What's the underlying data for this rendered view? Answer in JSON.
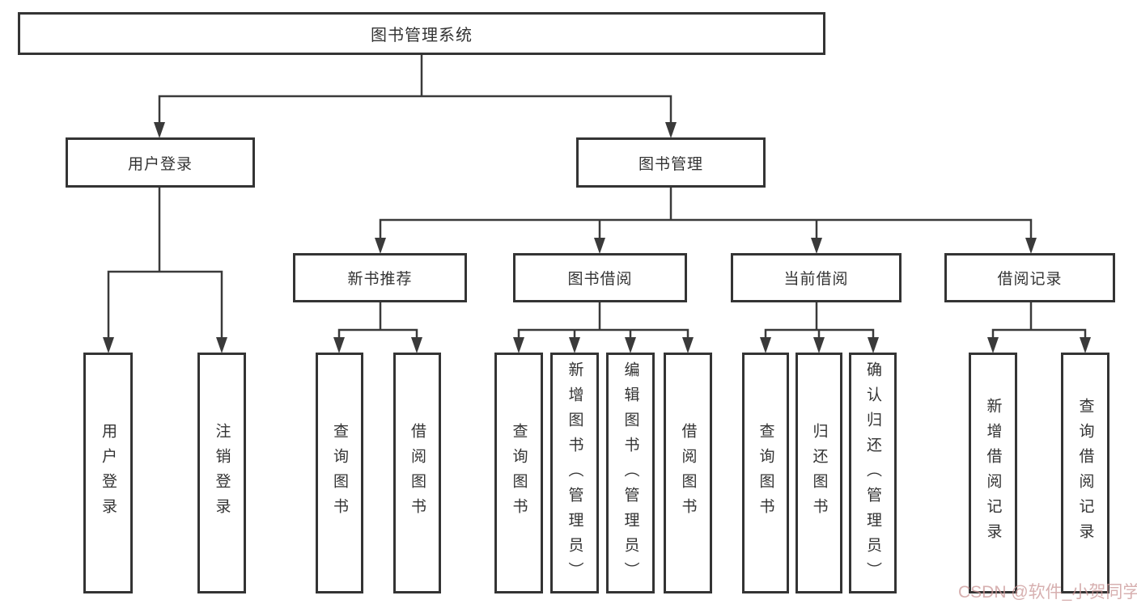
{
  "diagram": {
    "root": {
      "label": "图书管理系统"
    },
    "level2": [
      {
        "label": "用户登录"
      },
      {
        "label": "图书管理"
      }
    ],
    "level3": [
      {
        "label": "新书推荐"
      },
      {
        "label": "图书借阅"
      },
      {
        "label": "当前借阅"
      },
      {
        "label": "借阅记录"
      }
    ],
    "leaves": {
      "user_login": [
        "用户登录",
        "注销登录"
      ],
      "new_books": [
        "查询图书",
        "借阅图书"
      ],
      "book_borrow": [
        "查询图书",
        "新增图书（管理员）",
        "编辑图书（管理员）",
        "借阅图书"
      ],
      "current_borrow": [
        "查询图书",
        "归还图书",
        "确认归还（管理员）"
      ],
      "borrow_records": [
        "新增借阅记录",
        "查询借阅记录"
      ]
    }
  },
  "watermark": "CSDN @软件_小贺同学",
  "colors": {
    "line": "#3a3a3a",
    "border": "#343434",
    "text": "#333333",
    "watermark": "#c99696"
  }
}
